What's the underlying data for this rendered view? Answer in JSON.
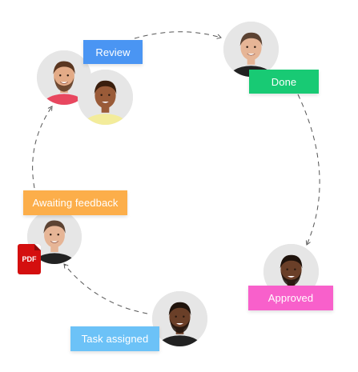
{
  "workflow": {
    "stages": [
      {
        "label": "Review",
        "color": "#4a95f3"
      },
      {
        "label": "Done",
        "color": "#18ca74"
      },
      {
        "label": "Approved",
        "color": "#f860cb"
      },
      {
        "label": "Task assigned",
        "color": "#6cc2f7"
      },
      {
        "label": "Awaiting feedback",
        "color": "#fcae4a"
      }
    ],
    "attachment": {
      "label": "PDF",
      "color": "#d40f0f"
    },
    "avatars": [
      {
        "name": "review-reviewer-1",
        "skin": "#e3ab87",
        "hair": "#5a3620",
        "shirt": "#e8475f",
        "beard": true
      },
      {
        "name": "review-reviewer-2",
        "skin": "#9a5b38",
        "hair": "#3a1e0d",
        "shirt": "#f3ec9b",
        "beard": false
      },
      {
        "name": "done-person",
        "skin": "#e6b596",
        "hair": "#5c4333",
        "shirt": "#222222",
        "beard": false
      },
      {
        "name": "approved-person",
        "skin": "#6a3f28",
        "hair": "#1f130c",
        "shirt": "#222222",
        "beard": true
      },
      {
        "name": "task-assigned-person",
        "skin": "#6a3f28",
        "hair": "#1f130c",
        "shirt": "#222222",
        "beard": true
      },
      {
        "name": "awaiting-feedback-person",
        "skin": "#e6b596",
        "hair": "#5c4333",
        "shirt": "#222222",
        "beard": false
      }
    ]
  }
}
